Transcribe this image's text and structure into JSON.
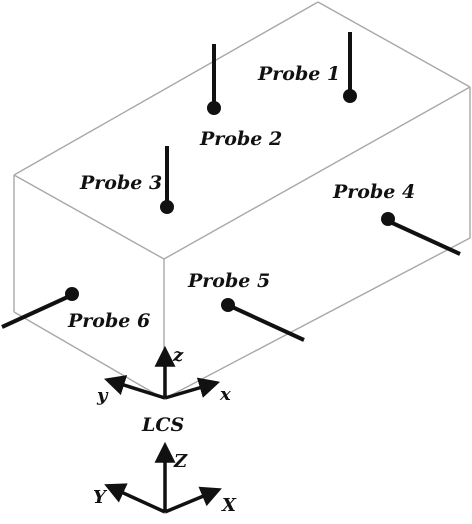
{
  "diagram": {
    "probes": [
      {
        "id": 1,
        "label": "Probe 1"
      },
      {
        "id": 2,
        "label": "Probe 2"
      },
      {
        "id": 3,
        "label": "Probe 3"
      },
      {
        "id": 4,
        "label": "Probe 4"
      },
      {
        "id": 5,
        "label": "Probe 5"
      },
      {
        "id": 6,
        "label": "Probe 6"
      }
    ],
    "local_frame": {
      "label": "LCS",
      "axes": {
        "x": "x",
        "y": "y",
        "z": "z"
      }
    },
    "global_frame": {
      "axes": {
        "x": "X",
        "y": "Y",
        "z": "Z"
      }
    },
    "colors": {
      "box_edge": "#a8a8a8",
      "probe": "#111111",
      "axis": "#111111",
      "background": "#ffffff"
    }
  }
}
